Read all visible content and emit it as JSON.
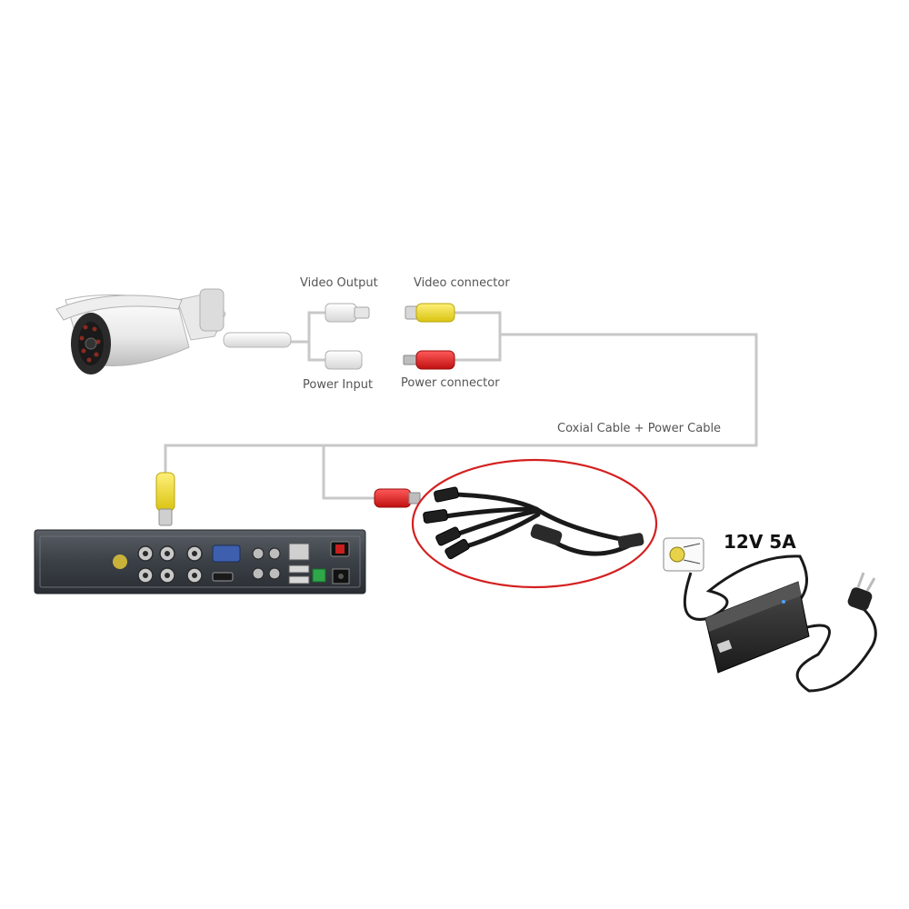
{
  "labels": {
    "video_output": "Video Output",
    "video_connector": "Video connector",
    "power_input": "Power Input",
    "power_connector": "Power connector",
    "cable": "Coxial Cable + Power Cable",
    "power_rating": "12V 5A"
  },
  "colors": {
    "cable": "#c8c8c8",
    "video_plug": "#f1dc1c",
    "power_plug": "#e02020",
    "splitter_circle": "#d42020",
    "dvr_body": "#3a3f46",
    "camera_body": "#f2f2f2"
  }
}
